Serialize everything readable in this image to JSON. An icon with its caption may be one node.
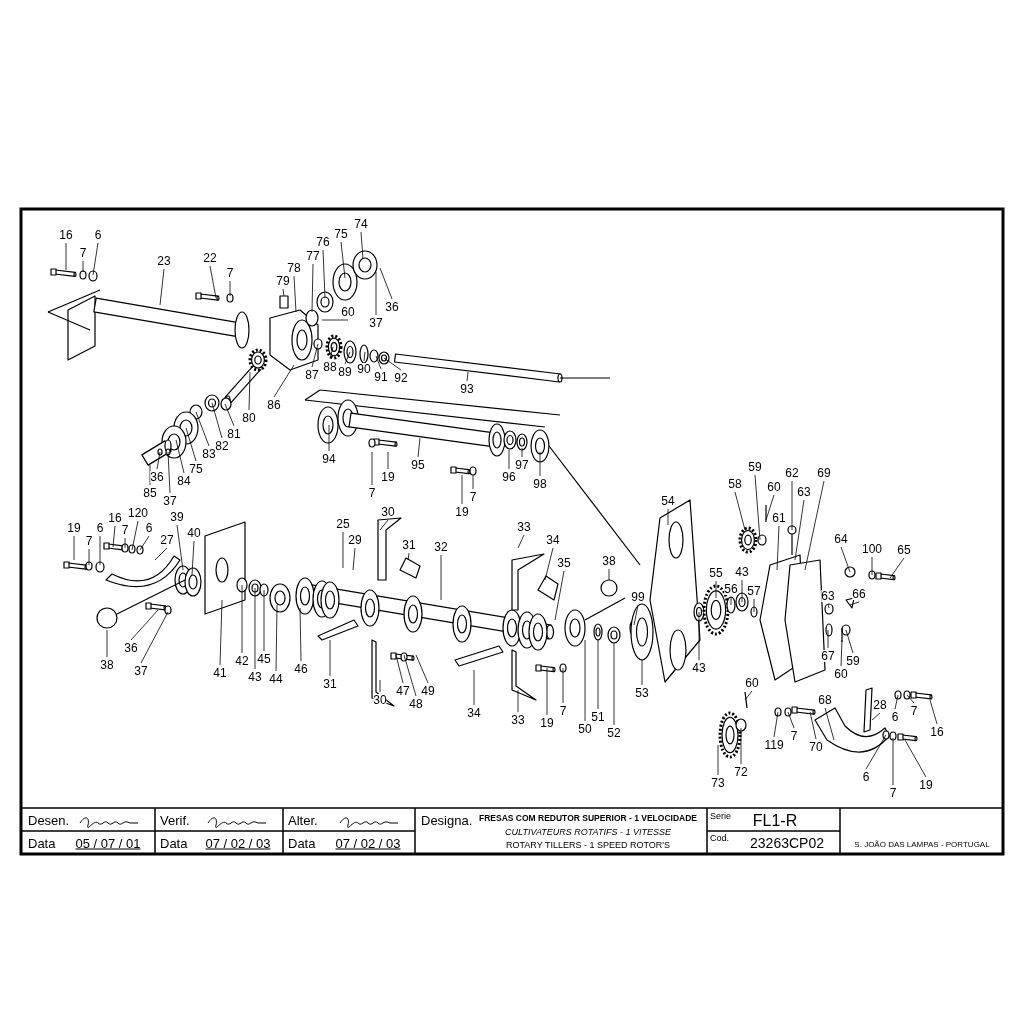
{
  "diagram": {
    "labels": [
      "16",
      "6",
      "7",
      "23",
      "22",
      "7",
      "79",
      "78",
      "77",
      "76",
      "75",
      "74",
      "60",
      "36",
      "37",
      "87",
      "88",
      "89",
      "90",
      "91",
      "92",
      "93",
      "80",
      "86",
      "81",
      "82",
      "83",
      "75",
      "84",
      "36",
      "85",
      "37",
      "94",
      "95",
      "19",
      "7",
      "96",
      "97",
      "98",
      "19",
      "7",
      "19",
      "7",
      "6",
      "16",
      "7",
      "120",
      "6",
      "27",
      "39",
      "40",
      "41",
      "38",
      "36",
      "37",
      "42",
      "43",
      "45",
      "44",
      "46",
      "25",
      "29",
      "30",
      "31",
      "32",
      "31",
      "30",
      "47",
      "48",
      "49",
      "33",
      "34",
      "35",
      "34",
      "33",
      "19",
      "7",
      "50",
      "51",
      "52",
      "38",
      "99",
      "53",
      "54",
      "43",
      "55",
      "56",
      "43",
      "57",
      "58",
      "59",
      "60",
      "61",
      "62",
      "63",
      "69",
      "64",
      "100",
      "65",
      "63",
      "66",
      "67",
      "59",
      "60",
      "60",
      "73",
      "72",
      "119",
      "7",
      "70",
      "68",
      "28",
      "6",
      "7",
      "16",
      "6",
      "7",
      "19",
      "Desen.",
      "Verif.",
      "Alter.",
      "Data",
      "05 / 07 / 01",
      "Data",
      "07 / 02 / 03",
      "Data",
      "07 / 02 / 03",
      "Designa.",
      "FRESAS COM REDUTOR SUPERIOR - 1 VELOCIDADE",
      "CULTIVATEURS ROTATIFS - 1 VITESSE",
      "ROTARY TILLERS - 1 SPEED ROTOR'S",
      "Serie",
      "FL1-R",
      "Cod.",
      "23263CP02",
      "S. JOÃO DAS LAMPAS - PORTUGAL"
    ]
  }
}
